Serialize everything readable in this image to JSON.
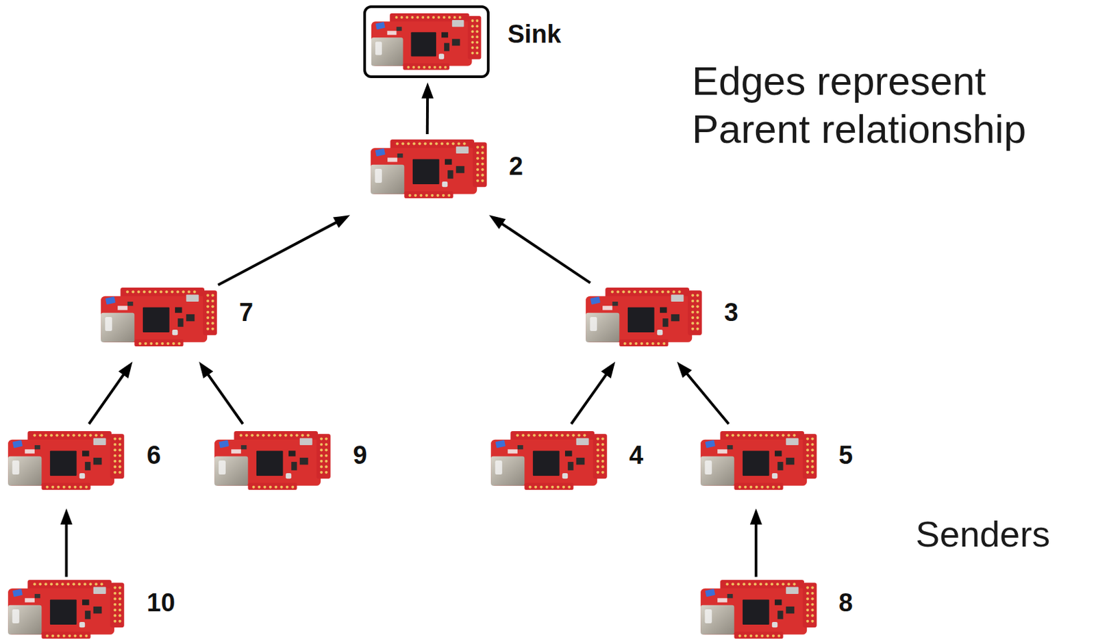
{
  "diagram": {
    "nodes": [
      {
        "text": [
          "Sink"
        ]
      },
      {
        "text": [
          "2"
        ]
      },
      {
        "text": [
          "7"
        ]
      },
      {
        "text": [
          "3"
        ]
      },
      {
        "text": [
          "6"
        ]
      },
      {
        "text": [
          "9"
        ]
      },
      {
        "text": [
          "4"
        ]
      },
      {
        "text": [
          "5"
        ]
      },
      {
        "text": [
          "10"
        ]
      },
      {
        "text": [
          "8"
        ]
      }
    ],
    "edges": [
      {
        "from": 1,
        "to": 0,
        "arrow": "to"
      },
      {
        "from": 2,
        "to": 1,
        "arrow": "to"
      },
      {
        "from": 3,
        "to": 1,
        "arrow": "to"
      },
      {
        "from": 4,
        "to": 2,
        "arrow": "to"
      },
      {
        "from": 5,
        "to": 2,
        "arrow": "to"
      },
      {
        "from": 6,
        "to": 3,
        "arrow": "to"
      },
      {
        "from": 7,
        "to": 3,
        "arrow": "to"
      },
      {
        "from": 8,
        "to": 4,
        "arrow": "to"
      },
      {
        "from": 9,
        "to": 7,
        "arrow": "to"
      }
    ],
    "labels": [
      "Edges represent Parent relationship",
      "Senders"
    ]
  }
}
